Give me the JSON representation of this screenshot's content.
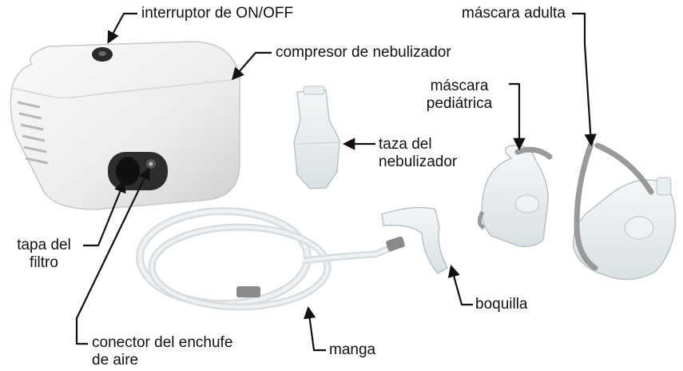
{
  "labels": {
    "switch": "interruptor de ON/OFF",
    "adult_mask": "máscara adulta",
    "compressor": "compresor de nebulizador",
    "pediatric_mask_l1": "máscara",
    "pediatric_mask_l2": "pediátrica",
    "cup_l1": "taza del",
    "cup_l2": "nebulizador",
    "filter_l1": "tapa del",
    "filter_l2": "filtro",
    "mouthpiece": "boquilla",
    "connector_l1": "conector del enchufe",
    "connector_l2": "de aire",
    "hose": "manga"
  },
  "colors": {
    "line": "#111111",
    "device_body": "#f1f1f1",
    "device_shadow": "#d4d4d4",
    "plastic": "#e6ecef",
    "strap": "#9a9a9a"
  }
}
